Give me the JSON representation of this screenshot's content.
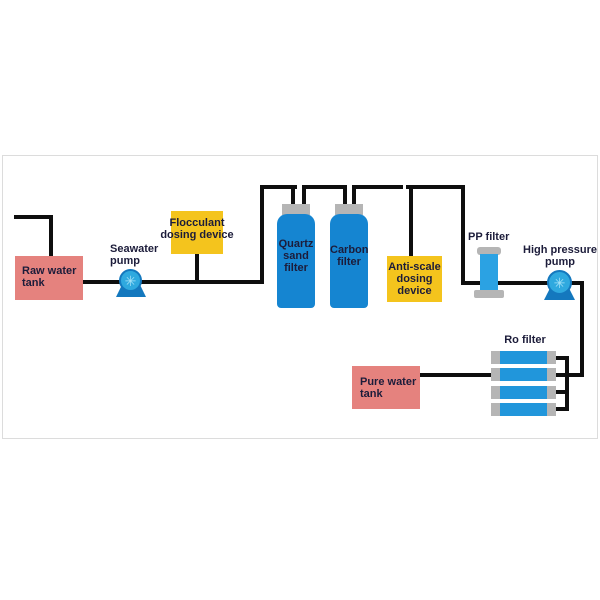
{
  "colors": {
    "pipe": "#0e0e0e",
    "frame": "#dcdcdc",
    "text": "#1c1c3a",
    "tank_pink": "#e5827e",
    "dosing_yellow": "#f4c41d",
    "filter_blue": "#1585d1",
    "pp_blue": "#2ba2e3",
    "ro_blue": "#2196db",
    "cap_gray": "#b5b5b5",
    "pump_blue": "#2fa9df",
    "pump_dark": "#1478be",
    "pump_star": "#a5e2f8"
  },
  "icons": {
    "impeller": "✳"
  },
  "labels": {
    "raw_water_tank": [
      "Raw water",
      "tank"
    ],
    "seawater_pump": [
      "Seawater",
      "pump"
    ],
    "flocculant_dosing_device": [
      "Flocculant",
      "dosing device"
    ],
    "quartz_sand_filter": [
      "Quartz",
      "sand",
      "filter"
    ],
    "carbon_filter": [
      "Carbon",
      "filter"
    ],
    "anti_scale_dosing_device": [
      "Anti-scale",
      "dosing",
      "device"
    ],
    "pp_filter": [
      "PP filter"
    ],
    "high_pressure_pump": [
      "High pressure",
      "pump"
    ],
    "ro_filter": [
      "Ro filter"
    ],
    "pure_water_tank": [
      "Pure water",
      "tank"
    ]
  }
}
